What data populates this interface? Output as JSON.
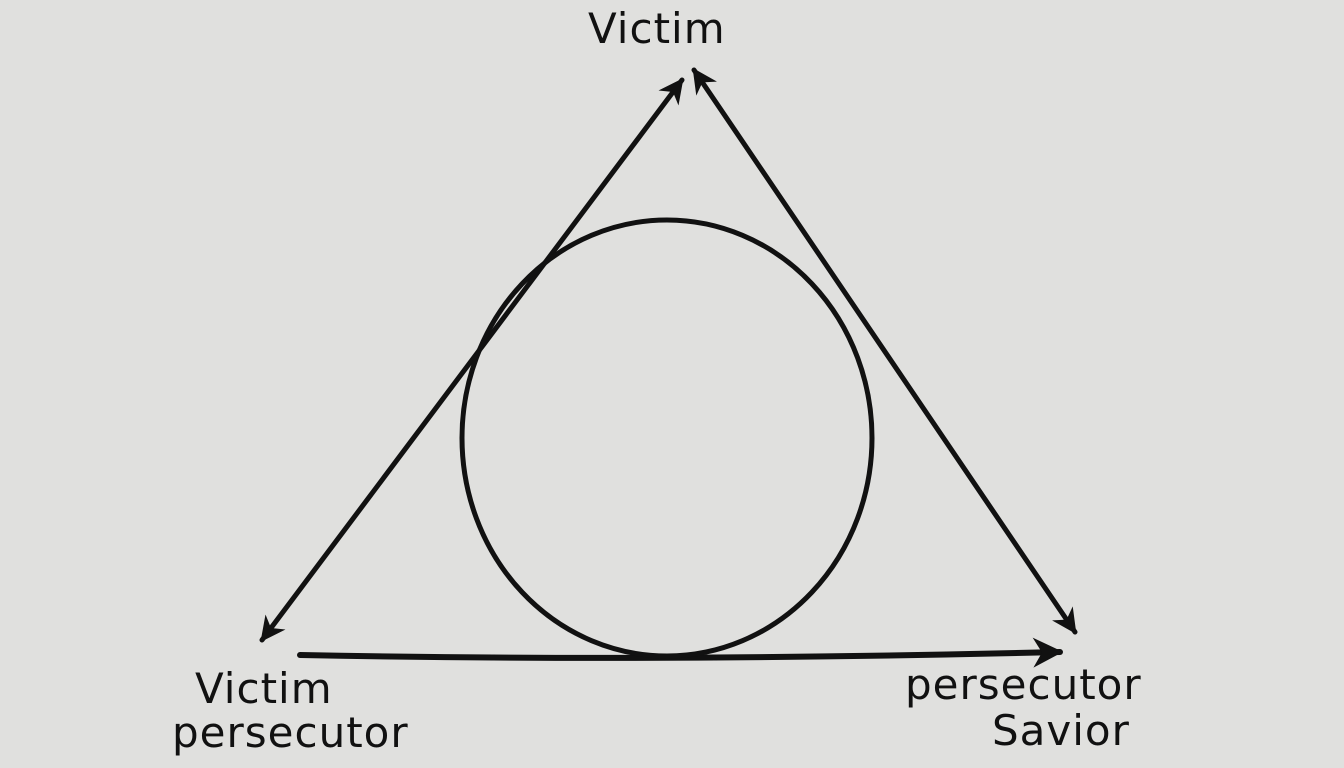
{
  "diagram": {
    "top_label": "Victim",
    "bottom_left_label": [
      "Victim",
      "persecutor"
    ],
    "bottom_right_label": [
      "persecutor",
      "Savior"
    ],
    "stroke_color": "#111111",
    "background_color": "#e0e0de",
    "edges": [
      {
        "from": "top",
        "to": "bottom-left",
        "arrows": "both"
      },
      {
        "from": "top",
        "to": "bottom-right",
        "arrows": "both"
      },
      {
        "from": "bottom-left",
        "to": "bottom-right",
        "arrows": "end"
      }
    ],
    "center_shape": "circle"
  }
}
